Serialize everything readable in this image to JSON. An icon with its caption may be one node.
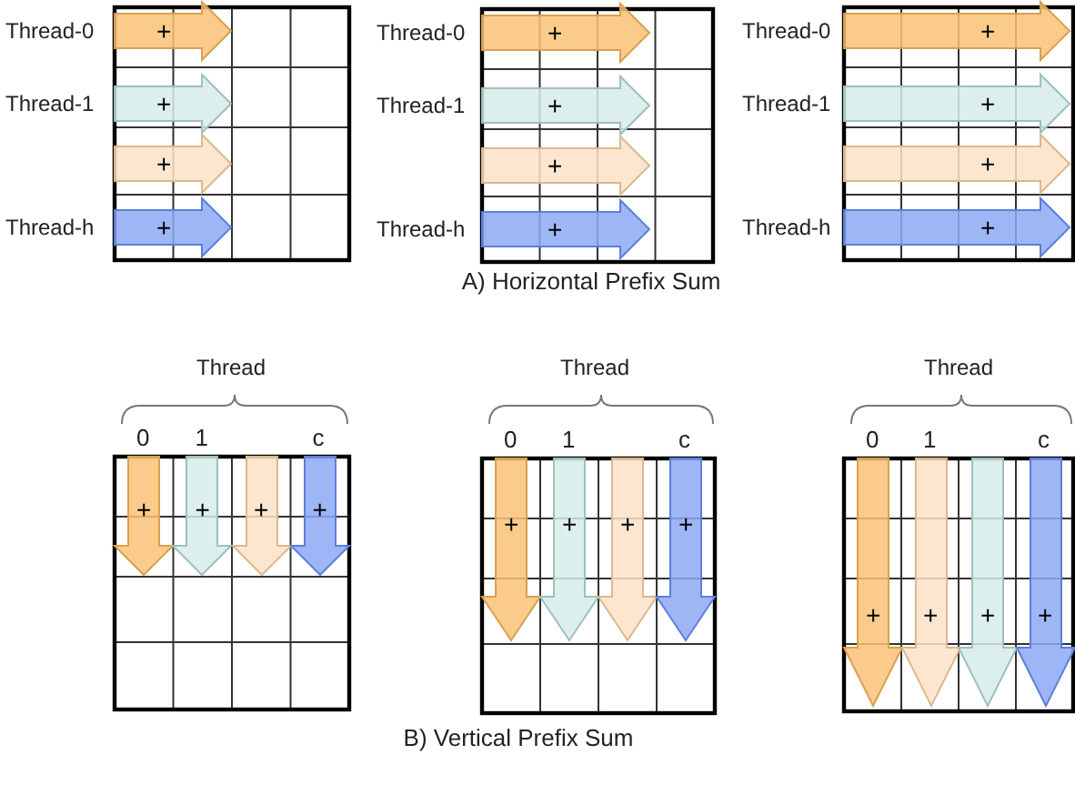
{
  "diagram": {
    "nodes": [
      {
        "text": [],
        "shape": "grid"
      },
      {
        "text": [
          "+"
        ],
        "in": 0,
        "beside": [
          "Thread-0"
        ]
      },
      {
        "text": [
          "+"
        ],
        "in": 0,
        "beside": [
          "Thread-1"
        ]
      },
      {
        "text": [
          "+"
        ],
        "in": 0
      },
      {
        "text": [
          "+"
        ],
        "in": 0,
        "beside": [
          "Thread-h"
        ]
      },
      {
        "text": [],
        "shape": "grid"
      },
      {
        "text": [
          "+"
        ],
        "in": 5,
        "beside": [
          "Thread-0"
        ]
      },
      {
        "text": [
          "+"
        ],
        "in": 5,
        "beside": [
          "Thread-1"
        ]
      },
      {
        "text": [
          "+"
        ],
        "in": 5
      },
      {
        "text": [
          "+"
        ],
        "in": 5,
        "beside": [
          "Thread-h"
        ]
      },
      {
        "text": [],
        "shape": "grid"
      },
      {
        "text": [
          "+"
        ],
        "in": 10,
        "beside": [
          "Thread-0"
        ]
      },
      {
        "text": [
          "+"
        ],
        "in": 10,
        "beside": [
          "Thread-1"
        ]
      },
      {
        "text": [
          "+"
        ],
        "in": 10
      },
      {
        "text": [
          "+"
        ],
        "in": 10,
        "beside": [
          "Thread-h"
        ]
      },
      {
        "text": [],
        "shape": "grid"
      },
      {
        "text": [
          "+"
        ],
        "in": 15,
        "beside": [
          "0"
        ]
      },
      {
        "text": [
          "+"
        ],
        "in": 15,
        "beside": [
          "1"
        ]
      },
      {
        "text": [
          "+"
        ],
        "in": 15
      },
      {
        "text": [
          "+"
        ],
        "in": 15,
        "beside": [
          "c"
        ]
      },
      {
        "text": [],
        "shape": "grid"
      },
      {
        "text": [
          "+"
        ],
        "in": 20,
        "beside": [
          "0"
        ]
      },
      {
        "text": [
          "+"
        ],
        "in": 20,
        "beside": [
          "1"
        ]
      },
      {
        "text": [
          "+"
        ],
        "in": 20
      },
      {
        "text": [
          "+"
        ],
        "in": 20,
        "beside": [
          "c"
        ]
      },
      {
        "text": [],
        "shape": "grid"
      },
      {
        "text": [
          "+"
        ],
        "in": 25,
        "beside": [
          "0"
        ]
      },
      {
        "text": [
          "+"
        ],
        "in": 25,
        "beside": [
          "1"
        ]
      },
      {
        "text": [
          "+"
        ],
        "in": 25
      },
      {
        "text": [
          "+"
        ],
        "in": 25,
        "beside": [
          "c"
        ]
      }
    ],
    "labels": [
      "A) Horizontal Prefix Sum",
      "Thread",
      "Thread",
      "Thread",
      "B) Vertical Prefix Sum"
    ]
  }
}
